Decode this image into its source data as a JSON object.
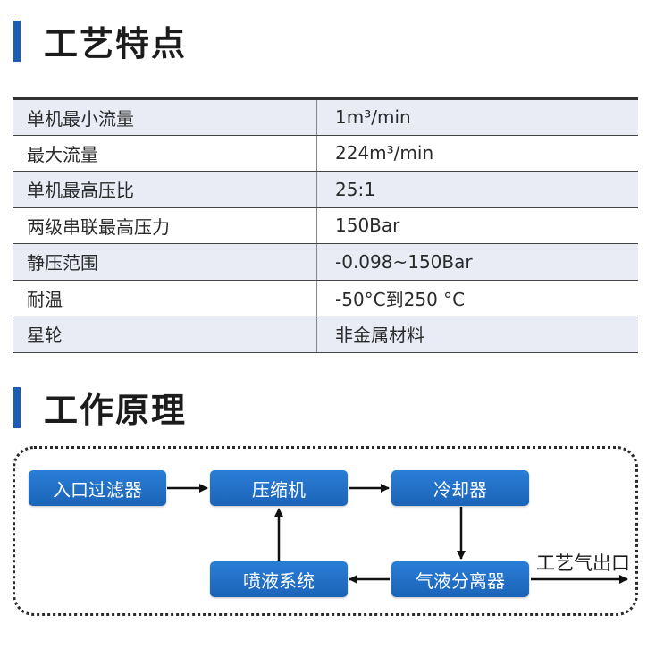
{
  "sections": {
    "features_title": "工艺特点",
    "principle_title": "工作原理"
  },
  "specs": [
    {
      "label": "单机最小流量",
      "value": "1m³/min"
    },
    {
      "label": "最大流量",
      "value": "224m³/min"
    },
    {
      "label": "单机最高压比",
      "value": "25:1"
    },
    {
      "label": "两级串联最高压力",
      "value": "150Bar"
    },
    {
      "label": "静压范围",
      "value": "-0.098~150Bar"
    },
    {
      "label": "耐温",
      "value": "-50°C到250 °C"
    },
    {
      "label": "星轮",
      "value": "非金属材料"
    }
  ],
  "flow": {
    "inlet_filter": "入口过滤器",
    "compressor": "压缩机",
    "cooler": "冷却器",
    "injection_system": "喷液系统",
    "separator": "气液分离器",
    "outlet": "工艺气出口"
  },
  "colors": {
    "accent": "#1a5fb4",
    "box": "#1f6cc4",
    "table_stripe": "#e9ecf4"
  }
}
